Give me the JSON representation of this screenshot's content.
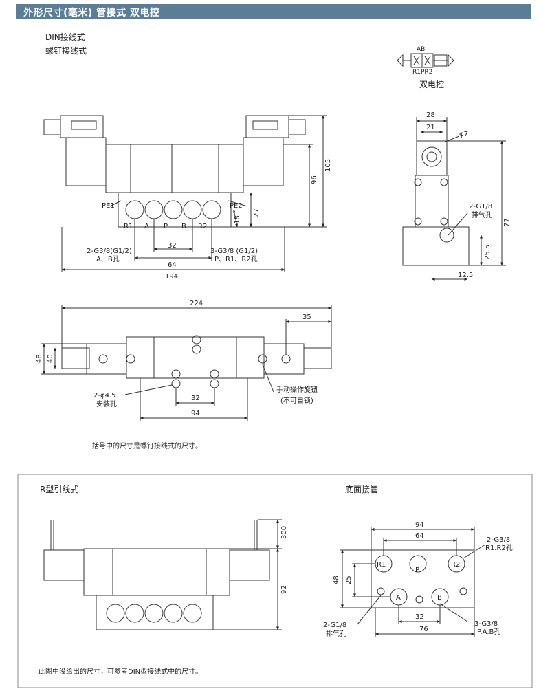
{
  "header": {
    "title": "外形尺寸(毫米)  管接式 双电控"
  },
  "top_section": {
    "type_label_1": "DIN接线式",
    "type_label_2": "螺钉接线式",
    "symbol_top": "AB",
    "symbol_bottom": "R1PR2",
    "symbol_caption": "双电控",
    "front": {
      "pe1": "PE1",
      "pe2": "PE2",
      "r1": "R1",
      "a": "A",
      "p": "P",
      "b": "B",
      "r2": "R2",
      "d_18": "18",
      "d_27": "27",
      "d_96": "96",
      "d_105": "105",
      "port_ab": "2-G3/8(G1/2)",
      "port_ab_sub": "A、B孔",
      "d_32": "32",
      "port_prr": "3-G3/8 (G1/2)",
      "port_prr_sub": "P、R1、R2孔",
      "d_64": "64",
      "d_194": "194"
    },
    "side": {
      "d_28": "28",
      "d_21": "21",
      "d_phi7": "φ7",
      "exhaust": "2-G1/8",
      "exhaust_sub": "排气孔",
      "d_77": "77",
      "d_25_5": "25.5",
      "d_12_5": "12.5"
    },
    "plan": {
      "d_224": "224",
      "d_35": "35",
      "d_48": "48",
      "d_40": "40",
      "mount": "2-φ4.5",
      "mount_sub": "安装孔",
      "d_32": "32",
      "d_94": "94",
      "manual": "手动操作旋钮",
      "manual_sub": "(不可自锁)"
    },
    "note": "括号中的尺寸是螺钉接线式的尺寸。"
  },
  "bottom_section": {
    "r_title": "R型引线式",
    "d_300": "300",
    "d_92": "92",
    "base_title": "底面接管",
    "base": {
      "d_94": "94",
      "d_64": "64",
      "port_r": "2-G3/8",
      "port_r_sub": "R1.R2孔",
      "r1": "R1",
      "p": "P",
      "r2": "R2",
      "a": "A",
      "b": "B",
      "d_48": "48",
      "d_25": "25",
      "exhaust": "2-G1/8",
      "exhaust_sub": "排气孔",
      "d_32": "32",
      "d_76": "76",
      "port_pab": "3-G3/8",
      "port_pab_sub": "P.A.B孔"
    },
    "note": "此图中没给出的尺寸，可参考DIN型接线式中的尺寸。"
  }
}
